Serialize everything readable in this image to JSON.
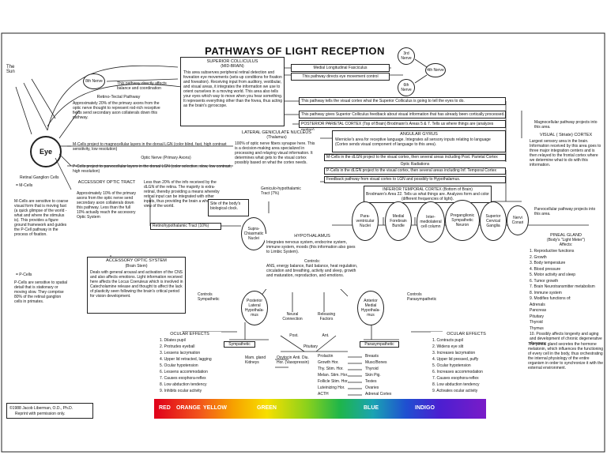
{
  "title": "PATHWAYS OF LIGHT RECEPTION",
  "sun": "The Sun",
  "eye": "Eye",
  "retinal_ganglion": "Retinal Ganglion Cells",
  "m_cells_label": "= M-Cells",
  "m_cells_text": "M-Cells are sensitive to coarse visual form that is moving fast (a quick glimpse of the world - what and where the stimulus is). This provides a figure ground framework and guides the P-Cell pathway in the process of fixation.",
  "p_cells_label": "= P-Cells",
  "p_cells_text": "P-Cells are sensitive to spatial detail that is stationary or moving slow. They comprise 80% of the retinal ganglion cells in primates.",
  "nerve8": "8th Nerve",
  "nerve3": "3rd Nerve",
  "nerve4": "4th Nerve",
  "nerve6": "6th Nerve",
  "balance": "This pathway directly affects balance and coordination",
  "superior_colliculus": {
    "title": "SUPERIOR COLLICULUS",
    "subtitle": "(MID-BRAIN)",
    "text": "This area subserves peripheral retinal detection and foveation eye movements (sets-up conditions for fixation and foveation). Receiving input from auditory, vestibular, and visual areas, it integrates the information we use to orient ourselves in a moving world. This area also tells your eyes which way to move when you hear something. It represents everything other than the fovea, thus acting as the brain's gyroscope."
  },
  "medial_longitudinal": "Medial Longitudinal Fasciculus",
  "eye_movement": "This pathway directs eye movement control",
  "retino_tectal_title": "Retino-Tectal Pathway",
  "retino_tectal_text": "Approximately 20% of the primary axons from the optic nerve thought to represent rod-rich receptive fields send secondary axon collaterals down this pathway.",
  "tells_visual_cortex": "This pathway tells the visual cortex what the Superior Colliculus is going to tell the eyes to do.",
  "feedback_sc": "This pathway gives Superior Colliculus feedback about visual information that has already been cortically processed.",
  "posterior_parietal": "POSTERIOR PARIETAL CORTEX (Top of Brain) Brodmann's Areas 5 & 7. Tells us where things are (analyzes motion)",
  "magnocellular_to": "Magnocellular pathway projects into this area.",
  "lgn": {
    "title": "LATERAL GENICULATE NUCLEUS",
    "subtitle": "(Thalamus)",
    "text": "100% of optic nerve fibers synapse here. This is a decision-making area specialized in processing and relaying visual information. It determines what gets to the visual cortex possibly based on what the cortex needs."
  },
  "angular_gyrus": {
    "title": "ANGULAR GYRUS",
    "text": "Wernicke's area for receptive language. Integrates all sensory inputs relating to language (Cortex sends visual component of language to this area)."
  },
  "m_cells_project": "M-Cells project to magnocellular layers in the dorsal LGN (color blind, fast, high contrast sensitivity, low resolution)",
  "optic_nerve": "Optic Nerve (Primary Axons)",
  "p_cells_project": "P-Cells project to parvocellular layers in the dorsal LGN (color selective, slow, low contrast, high resolution)",
  "m_dlgn": "M-Cells in the dLGN project to the visual cortex, then several areas including Post. Parietal Cortex",
  "optic_radiations": "Optic Radiations",
  "p_dlgn": "P-Cells in the dLGN project to the visual cortex, then several areas including Inf. Temporal Cortex",
  "feedback_hypo": "Feedback pathway from visual cortex to LGN and possibly to Hypothalamus.",
  "visual_cortex": {
    "title": "VISUAL ( Striate) CORTEX",
    "text": "Largest sensory area in the brain. Information received by this area goes to three major integration centers and is then relayed to the frontal cortex where we determine what to do with this information."
  },
  "parvocellular_to": "Parvocellular pathway projects into this area.",
  "inferior_temporal": {
    "title": "INFERIOR TEMPORAL CORTEX (Bottom of Brain)",
    "text": "Brodmann's Area 22. Tells us what things are. Analyzes form and color (different frequencies of light)."
  },
  "accessory_optic_tract": {
    "title": "ACCESSORY OPTIC TRACT",
    "text": "Approximately 10% of the primary axons from the optic nerve send secondary axon collaterals down this pathway. Less than the full 10% actually reach the accessory Optic System"
  },
  "rht_text": "Less than 20% of the info received by the dLGN of the retina. The majority is extra-retinal, thereby providing a means whereby retinal input can be integrated with other inputs, thus providing the brain a wholistic view of the world.",
  "retinohypothalamic": "Retinohypothalamic Tract (10%)",
  "geniculo_hypo": "Geniculo-hypothalamic Tract (7%)",
  "site_clock": "Site of the body's biological clock.",
  "supra_chiasmatic": "Supra-Chiasmatic Nuclei",
  "accessory_optic_system": {
    "title": "ACCESSORY OPTIC SYSTEM",
    "subtitle": "(Brain Stem)",
    "text": "Deals with general arousal and activation of the CNS and also affects emotions. Light information received here affects the Locus Coeruleus which is involved in Catecholamine release and thought to affect the lack of plasticity seen following the brain's critical period for vision development."
  },
  "hypothalamus": {
    "title": "HYPOTHALAMUS",
    "text": "Integrates nervous system, endocrine system, immune system, moods (this information also goes to Limbic System).",
    "controls": "Controls:",
    "controls_text": "ANS, energy balance, fluid balance, heat regulation, circulation and breathing, activity and sleep, growth and maturation, reproduction, and emotions."
  },
  "right_nodes": {
    "paraventricular": "Para-ventricular Nuclei",
    "medial_forebrain": "Medial Forebrain Bundle",
    "intermediolateral": "Inter-mediolateral cell column",
    "preganglionic": "Preganglionic Sympathetic Neuron",
    "superior_cervical": "Superior Cervical Ganglia",
    "nervi_conari": "Nervi Conari"
  },
  "pineal": {
    "title": "PINEAL GLAND",
    "subtitle": "(Body's \"Light Meter\")",
    "affects": "Affects:",
    "items": [
      "1. Reproductive functions",
      "2. Growth",
      "3. Body temperature",
      "4. Blood pressure",
      "5. Motor activity and sleep",
      "6. Tumor growth",
      "7. Brain Neurotransmitter metabolism",
      "8. Immune system",
      "9. Modifies functions of:",
      "Adrenals",
      "Pancreas",
      "Pituitary",
      "Thyroid",
      "Thymus",
      "10. Possibly affects longevity and aging and development of chronic degenerative diseases"
    ],
    "text": "The pineal gland secretes the hormone melatonin, which influences the functioning of every cell in the body, thus orchestrating the internal physiology of the entire organism in order to synchronize it with the external environment."
  },
  "controls_sympathetic": "Controls Sympathetic",
  "controls_parasympathetic": "Controls Parasympathetic",
  "posterior_lateral": "Posterior Lateral Hypothala-mus",
  "anterior_medial": "Anterior Medial Hypothala-mus",
  "neural_connection": "Neural Connection",
  "releasing_factors": "Releasing Factors",
  "post": "Post.",
  "ant": "Ant.",
  "pituitary": "Pituitary",
  "sympathetic": "Sympathetic",
  "parasympathetic": "Parasympathetic",
  "mam_gland": "Mam. gland Kidneys",
  "oxytocin": "Oxytocin Anti. Diu. Hor. (Vasopressin)",
  "hormones": [
    "Prolactin",
    "Growth Hor.",
    "Thy. Stim. Hor.",
    "Melan. Stim. Hor.",
    "Follicle Stim. Hor.",
    "Luteinizing Hor.",
    "ACTH"
  ],
  "targets": [
    "Breasts",
    "Musc/Bones",
    "Thyroid",
    "Skin Pig.",
    "Testes",
    "Ovaries",
    "Adrenal Cortex"
  ],
  "ocular_left": {
    "title": "OCULAR EFFECTS",
    "items": [
      "1. Dilates pupil",
      "2. Protrudes eyeball",
      "3. Lessens lacrymation",
      "4. Upper lid retracted, lagging",
      "5. Ocular hypotension",
      "6. Lessens accommodation",
      "7. Causes exophora-reflex",
      "8. Low abduction tendency",
      "9. Inhibits ocular activity"
    ]
  },
  "ocular_right": {
    "title": "OCULAR EFFECTS",
    "items": [
      "1. Contracts pupil",
      "2. Widens eye slit",
      "3. Increases lacrymation",
      "4. Upper lid pressed, puffy",
      "5. Ocular hypotension",
      "6. Increases accommodation",
      "7. Causes esophora-reflex",
      "8. Low abduction tendency",
      "9. Activates ocular activity"
    ]
  },
  "spectrum": [
    "RED",
    "ORANGE",
    "YELLOW",
    "GREEN",
    "BLUE",
    "INDIGO"
  ],
  "copyright": "©1988 Jacob Liberman, O.D., Ph.D.",
  "reprint": "Reprint with permission only."
}
